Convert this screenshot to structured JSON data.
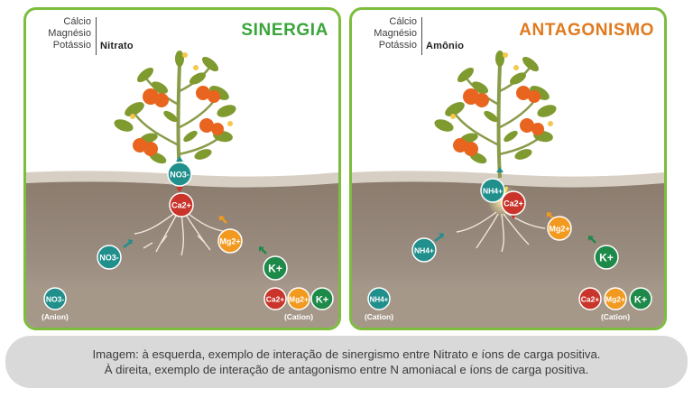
{
  "panels": [
    {
      "nutrients": [
        "Cálcio",
        "Magnésio",
        "Potássio"
      ],
      "n_source": "Nitrato",
      "title": "SINERGIA",
      "title_color": "#3aa53a",
      "ions": {
        "stem": "NO3-",
        "root": "Ca2+",
        "soil_left": "NO3-",
        "soil_mid": "Mg2+",
        "soil_right": "K+"
      },
      "legend": {
        "left_ion": "NO3-",
        "left_label": "(Anion)",
        "right_ions": [
          "Ca2+",
          "Mg2+",
          "K+"
        ],
        "right_label": "(Cation)"
      }
    },
    {
      "nutrients": [
        "Cálcio",
        "Magnésio",
        "Potássio"
      ],
      "n_source": "Amônio",
      "title": "ANTAGONISMO",
      "title_color": "#e07a1f",
      "ions": {
        "stem": "NH4+",
        "root": "Ca2+",
        "soil_left": "NH4+",
        "soil_mid": "Mg2+",
        "soil_right": "K+"
      },
      "legend": {
        "left_ion": "NH4+",
        "left_label": "(Cation)",
        "right_ions": [
          "Ca2+",
          "Mg2+",
          "K+"
        ],
        "right_label": "(Cation)"
      }
    }
  ],
  "colors": {
    "no3": "#21908d",
    "nh4": "#21908d",
    "ca": "#c9352b",
    "mg": "#f29a1f",
    "k": "#1e8a4a",
    "soil_top": "#8b7c6e",
    "soil_bottom": "#a89a8d",
    "frame": "#7cbd3d"
  },
  "caption": {
    "line1": "Imagem: à esquerda, exemplo de interação de sinergismo entre Nitrato e íons de carga positiva.",
    "line2": "À direita, exemplo de interação de antagonismo entre N amoniacal e íons de carga positiva."
  }
}
